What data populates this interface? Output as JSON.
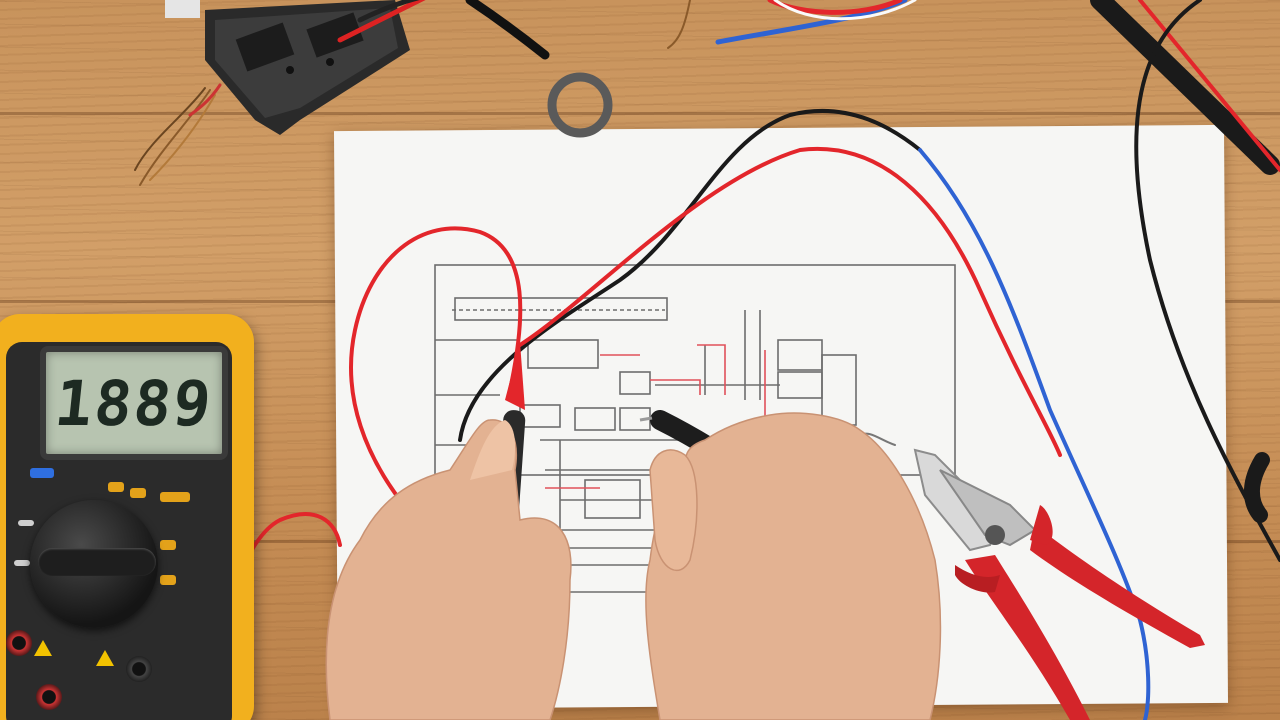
{
  "multimeter": {
    "display_reading": "1889",
    "color": "#f2b01e"
  },
  "objects": [
    "digital-multimeter",
    "wiring-schematic-paper",
    "test-probes",
    "red-handled-wire-cutters",
    "relay-block",
    "insulated-wires",
    "hands"
  ],
  "colors": {
    "wire_red": "#e3262b",
    "wire_black": "#1a1a1a",
    "wire_blue": "#2f63d3",
    "plier_red": "#d4252a",
    "desk_wood": "#c8935c"
  }
}
